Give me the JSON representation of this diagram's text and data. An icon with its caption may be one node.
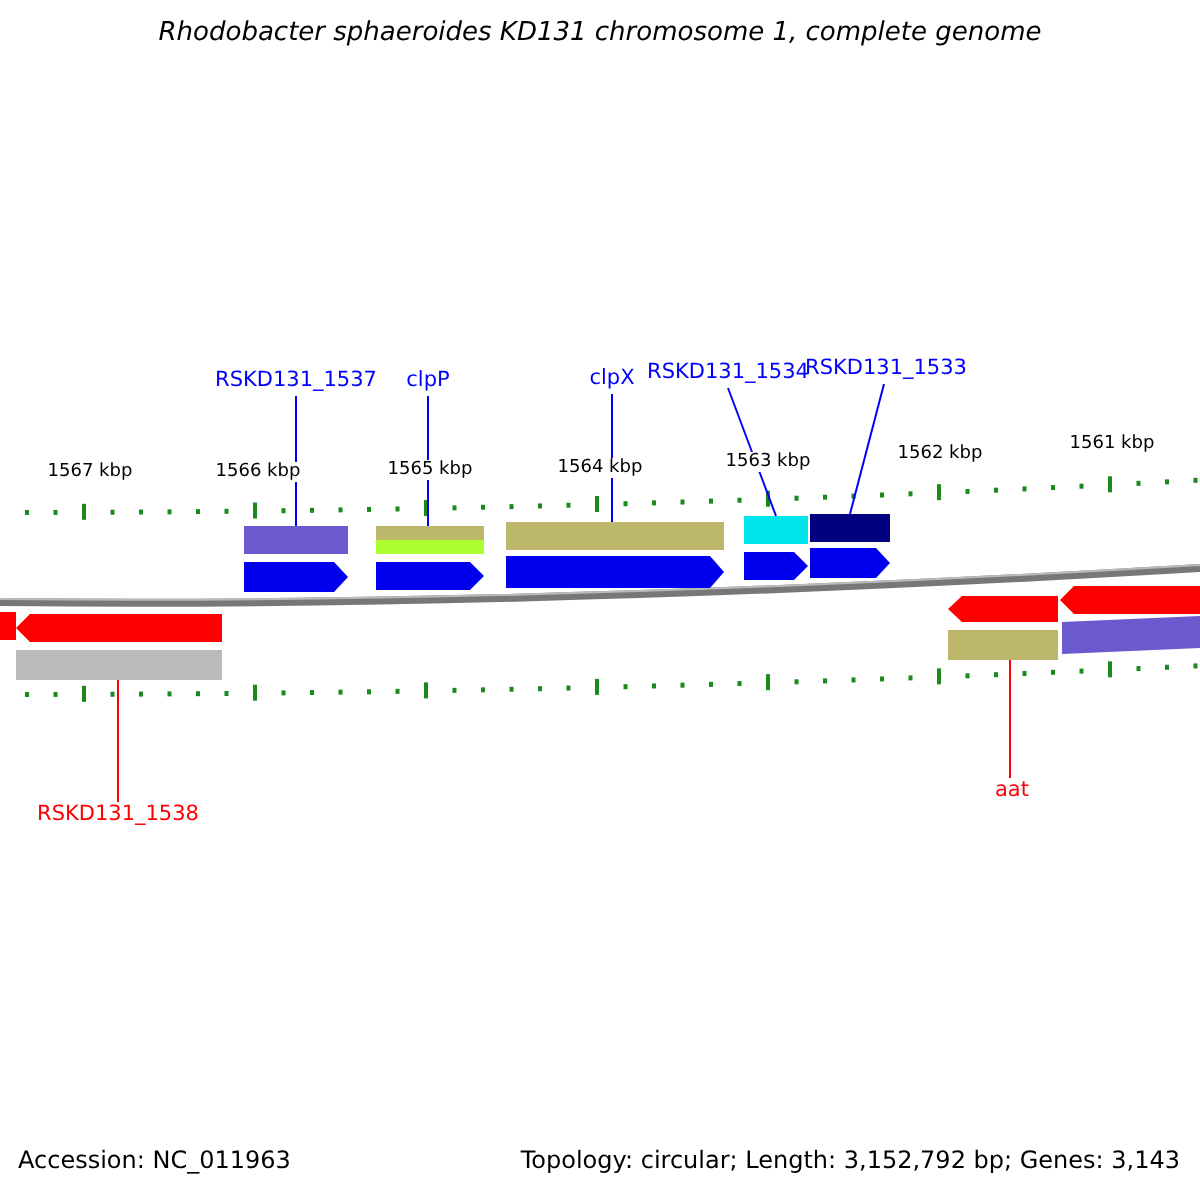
{
  "diagram": {
    "title": "Rhodobacter sphaeroides KD131 chromosome 1, complete genome",
    "nodes": [
      {
        "text": [
          "RSKD131_1537"
        ]
      },
      {
        "text": [],
        "shape": "arrow"
      },
      {
        "text": [
          "clpP"
        ]
      },
      {
        "text": [],
        "shape": "arrow"
      },
      {
        "text": [
          "clpX"
        ]
      },
      {
        "text": [],
        "shape": "arrow"
      },
      {
        "text": [
          "RSKD131_1534"
        ]
      },
      {
        "text": [],
        "shape": "arrow"
      },
      {
        "text": [
          "RSKD131_1533"
        ]
      },
      {
        "text": [],
        "shape": "arrow"
      },
      {
        "text": [
          "RSKD131_1538"
        ]
      },
      {
        "text": [],
        "shape": "arrow"
      },
      {
        "text": [
          "aat"
        ]
      },
      {
        "text": [],
        "shape": "arrow"
      }
    ],
    "edges": [
      {
        "from": 0,
        "to": 1,
        "arrow": "none"
      },
      {
        "from": 2,
        "to": 3,
        "arrow": "none"
      },
      {
        "from": 4,
        "to": 5,
        "arrow": "none"
      },
      {
        "from": 6,
        "to": 7,
        "arrow": "none"
      },
      {
        "from": 8,
        "to": 9,
        "arrow": "none"
      },
      {
        "from": 10,
        "to": 11,
        "arrow": "none",
        "color": "#ff0000"
      },
      {
        "from": 12,
        "to": 13,
        "arrow": "none",
        "color": "#ff0000"
      }
    ],
    "labels": [
      "1567 kbp",
      "1566 kbp",
      "1565 kbp",
      "1564 kbp",
      "1563 kbp",
      "1562 kbp",
      "1561 kbp",
      "Accession: NC_011963",
      "Topology: circular; Length: 3,152,792 bp; Genes: 3,143"
    ]
  }
}
